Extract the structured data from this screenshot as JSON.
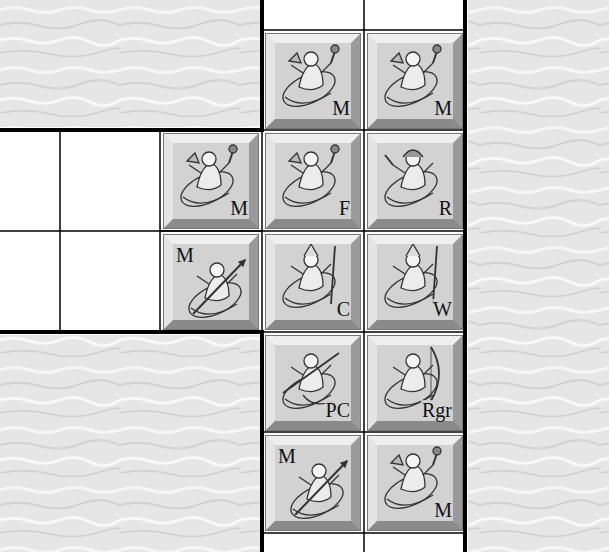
{
  "diagram": {
    "nodes": [
      {
        "text": [
          "M"
        ]
      },
      {
        "text": [
          "M"
        ]
      },
      {
        "text": [
          "M"
        ]
      },
      {
        "text": [
          "F"
        ]
      },
      {
        "text": [
          "R"
        ]
      },
      {
        "text": [
          "M"
        ]
      },
      {
        "text": [
          "C"
        ]
      },
      {
        "text": [
          "W"
        ]
      },
      {
        "text": [
          "PC"
        ]
      },
      {
        "text": [
          "Rgr"
        ]
      },
      {
        "text": [
          "M"
        ]
      },
      {
        "text": [
          "M"
        ]
      }
    ]
  }
}
